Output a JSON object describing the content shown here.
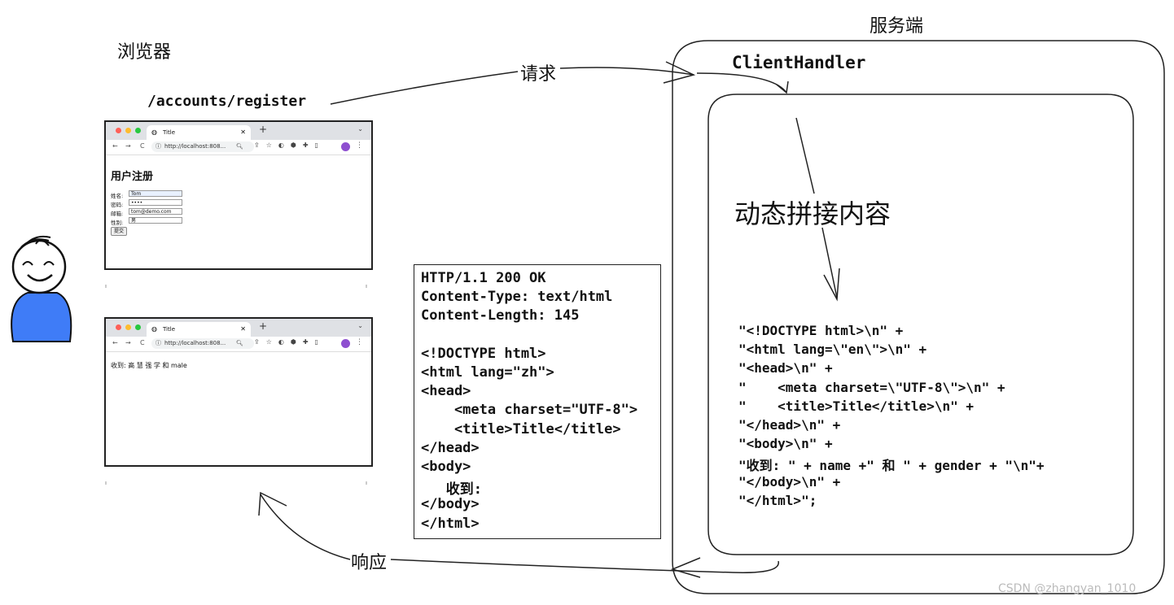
{
  "titles": {
    "server": "服务端",
    "browser": "浏览器",
    "client_handler": "ClientHandler",
    "request_path": "/accounts/register",
    "request": "请求",
    "response": "响应",
    "dynamic": "动态拼接内容"
  },
  "browser_window": {
    "tab_title": "Title",
    "url": "http://localhost:808...",
    "form": {
      "title": "用户注册",
      "fields": [
        {
          "label": "姓名:",
          "value": "Tom"
        },
        {
          "label": "密码:",
          "value": "••••"
        },
        {
          "label": "邮箱:",
          "value": "tom@demo.com"
        },
        {
          "label": "性别:",
          "value": "男"
        }
      ],
      "submit": "提交"
    },
    "result_text": "收到: 高 慧 强 学 和 male"
  },
  "response_lines": [
    "HTTP/1.1 200 OK",
    "Content-Type: text/html",
    "Content-Length: 145",
    "",
    "<!DOCTYPE html>",
    "<html lang=\"zh\">",
    "<head>",
    "    <meta charset=\"UTF-8\">",
    "    <title>Title</title>",
    "</head>",
    "<body>",
    "   收到:",
    "</body>",
    "</html>"
  ],
  "code_lines": [
    "\"<!DOCTYPE html>\\n\" +",
    "\"<html lang=\\\"en\\\">\\n\" +",
    "\"<head>\\n\" +",
    "\"    <meta charset=\\\"UTF-8\\\">\\n\" +",
    "\"    <title>Title</title>\\n\" +",
    "\"</head>\\n\" +",
    "\"<body>\\n\" +",
    "\"收到: \" + name +\" 和 \" + gender + \"\\n\"+",
    "\"</body>\\n\" +",
    "\"</html>\";"
  ],
  "watermark": "CSDN @zhangyan_1010",
  "colors": {
    "person_body": "#3f7cf7",
    "stroke": "#222222"
  }
}
